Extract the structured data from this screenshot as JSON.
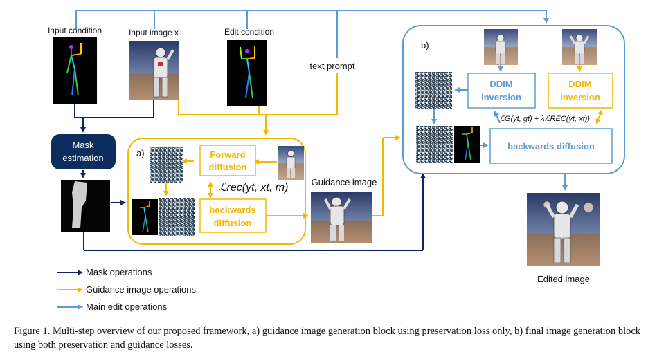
{
  "labels": {
    "input_condition": "Input condition",
    "input_image": "Input image x",
    "edit_condition": "Edit condition",
    "text_prompt": "text prompt",
    "mask_estimation_line1": "Mask",
    "mask_estimation_line2": "estimation",
    "block_a": "a)",
    "block_b": "b)",
    "forward_diffusion_line1": "Forward",
    "forward_diffusion_line2": "diffusion",
    "backwards_diffusion_a_line1": "backwards",
    "backwards_diffusion_a_line2": "diffusion",
    "loss_a": "ℒrec(yt, xt, m)",
    "guidance_image": "Guidance image",
    "ddim_inversion_1_line1": "DDIM",
    "ddim_inversion_1_line2": "inversion",
    "ddim_inversion_2_line1": "DDIM",
    "ddim_inversion_2_line2": "inversion",
    "loss_b": "ℒG(yt, gt) + λℒREC(yt, xt))",
    "backwards_diffusion_b": "backwards diffusion",
    "edited_image": "Edited image"
  },
  "legend": [
    {
      "label": "Mask operations",
      "color": "#0f2466"
    },
    {
      "label": "Guidance image operations",
      "color": "#f5b800"
    },
    {
      "label": "Main edit operations",
      "color": "#5b9bd5"
    }
  ],
  "caption": "Figure 1. Multi-step overview of our proposed framework, a) guidance image generation block using preservation loss only, b) final image generation block using both preservation and guidance losses.",
  "colors": {
    "mask_ops": "#0f2466",
    "guidance_ops": "#f5b800",
    "main_edit_ops": "#5b9bd5",
    "mask_box_fill": "#0d2d5e"
  }
}
